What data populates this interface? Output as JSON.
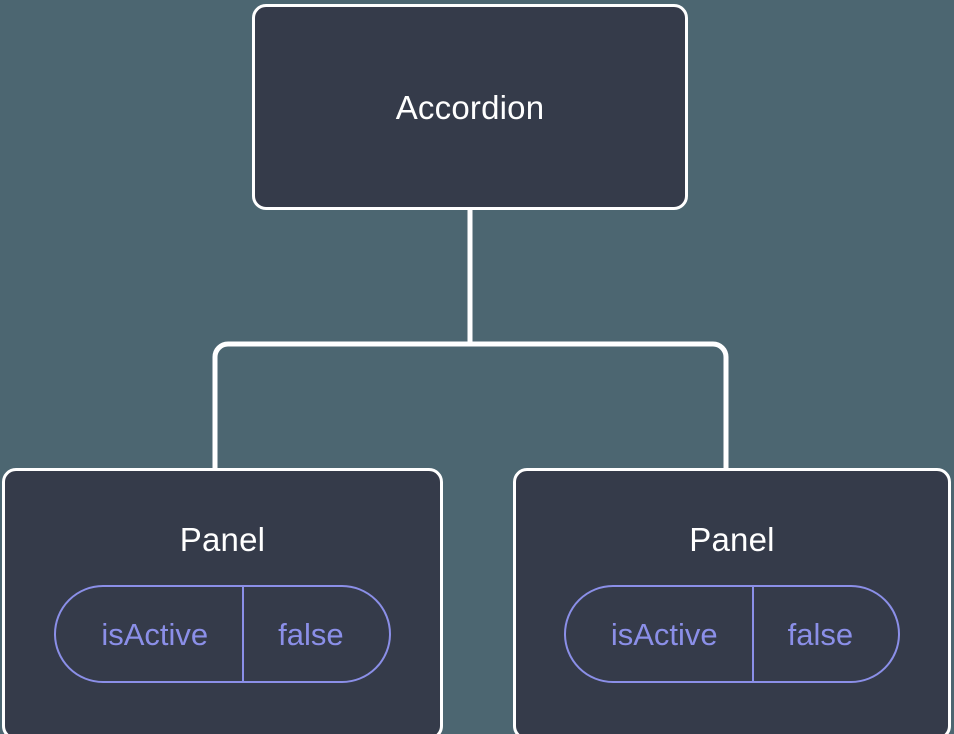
{
  "diagram": {
    "type": "component-tree",
    "background_color": "#4c6671",
    "node_fill_color": "#353b4a",
    "node_border_color": "#ffffff",
    "connector_color": "#ffffff",
    "accent_color": "#8b8fe8",
    "root": {
      "title": "Accordion"
    },
    "children": [
      {
        "title": "Panel",
        "property": {
          "key": "isActive",
          "value": "false"
        }
      },
      {
        "title": "Panel",
        "property": {
          "key": "isActive",
          "value": "false"
        }
      }
    ]
  }
}
